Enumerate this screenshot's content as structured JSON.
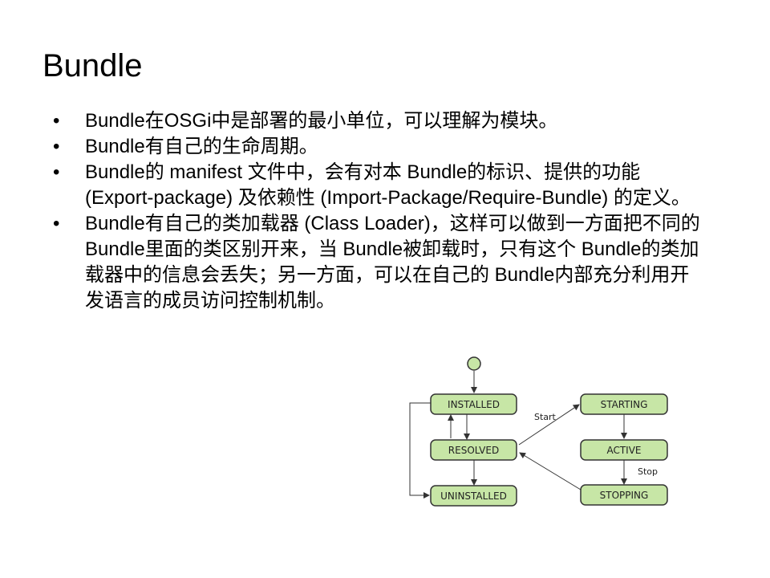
{
  "slide": {
    "title": "Bundle",
    "bullet_symbol": "•",
    "bullets": [
      "Bundle在OSGi中是部署的最小单位，可以理解为模块。",
      "Bundle有自己的生命周期。",
      "Bundle的 manifest 文件中，会有对本 Bundle的标识、提供的功能 (Export-package) 及依赖性 (Import-Package/Require-Bundle) 的定义。",
      "Bundle有自己的类加载器 (Class Loader)，这样可以做到一方面把不同的 Bundle里面的类区别开来，当 Bundle被卸载时，只有这个 Bundle的类加载器中的信息会丢失；另一方面，可以在自己的 Bundle内部充分利用开发语言的成员访问控制机制。"
    ]
  },
  "diagram": {
    "states": {
      "installed": "INSTALLED",
      "resolved": "RESOLVED",
      "uninstalled": "UNINSTALLED",
      "starting": "STARTING",
      "active": "ACTIVE",
      "stopping": "STOPPING"
    },
    "labels": {
      "start": "Start",
      "stop": "Stop"
    },
    "colors": {
      "state_fill": "#c7e6a6",
      "state_stroke": "#333333",
      "initial_fill": "#c7e6a6"
    }
  }
}
